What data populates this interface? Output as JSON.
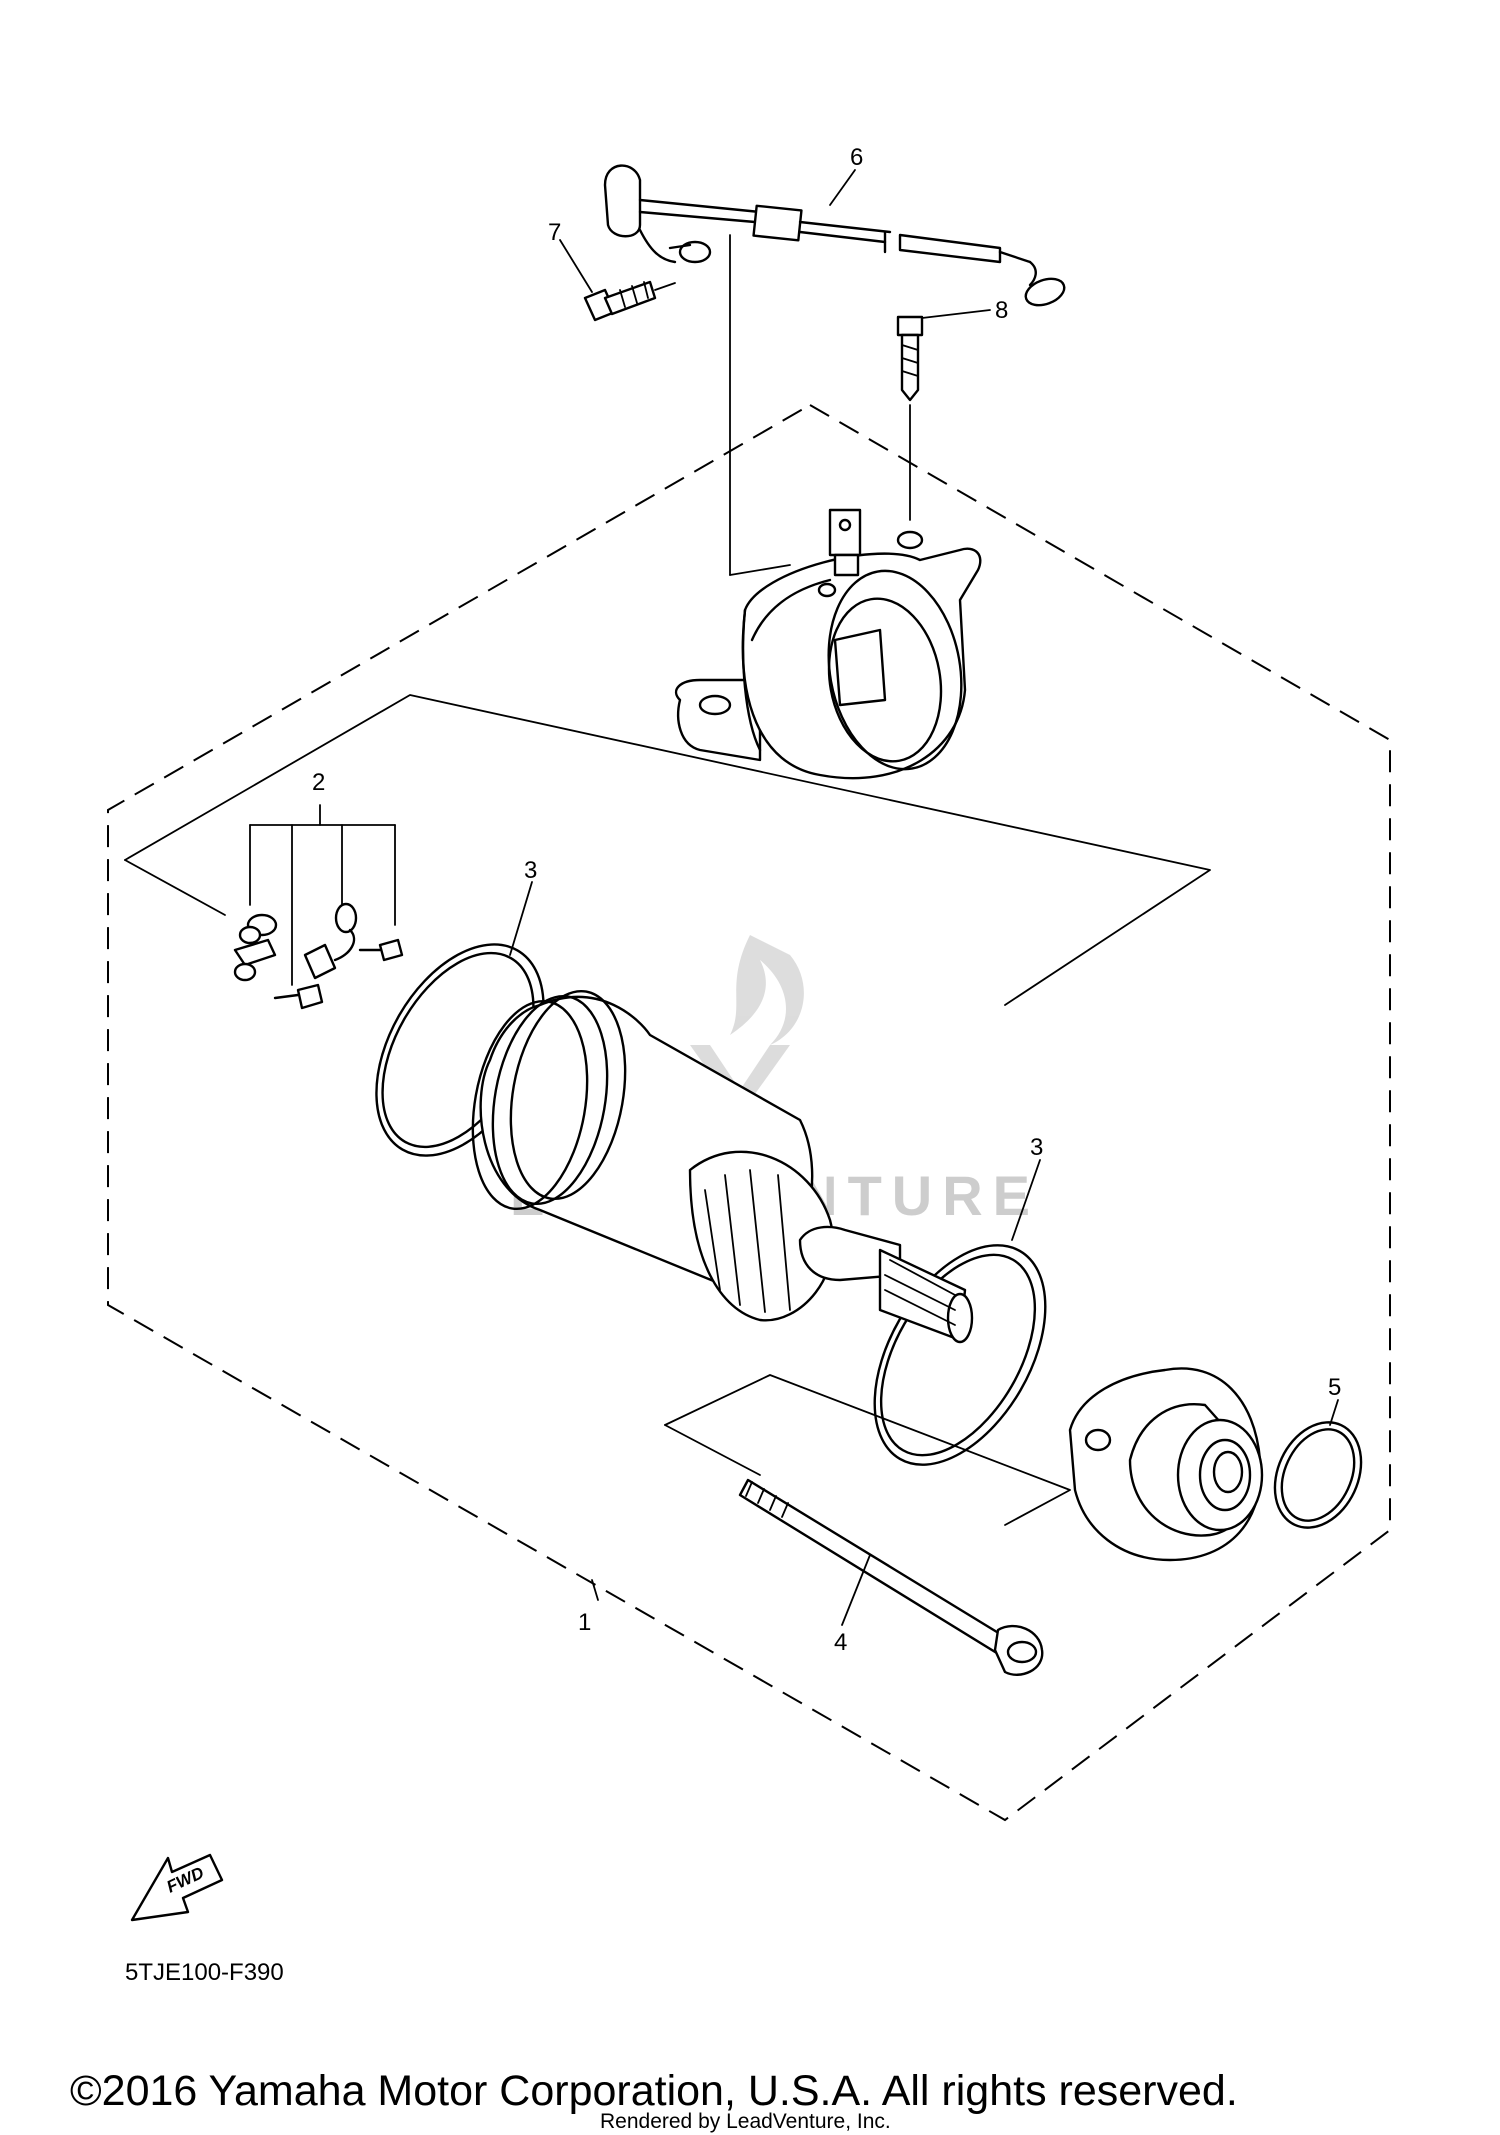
{
  "diagram": {
    "callouts": {
      "c1": "1",
      "c2": "2",
      "c3a": "3",
      "c3b": "3",
      "c4": "4",
      "c5": "5",
      "c6": "6",
      "c7": "7",
      "c8": "8"
    },
    "fwd_label": "FWD",
    "diagram_code": "5TJE100-F390",
    "watermark": "LEADVENTURE",
    "copyright": "©2016 Yamaha Motor Corporation, U.S.A. All rights reserved.",
    "rendered_by": "Rendered by LeadVenture, Inc."
  }
}
